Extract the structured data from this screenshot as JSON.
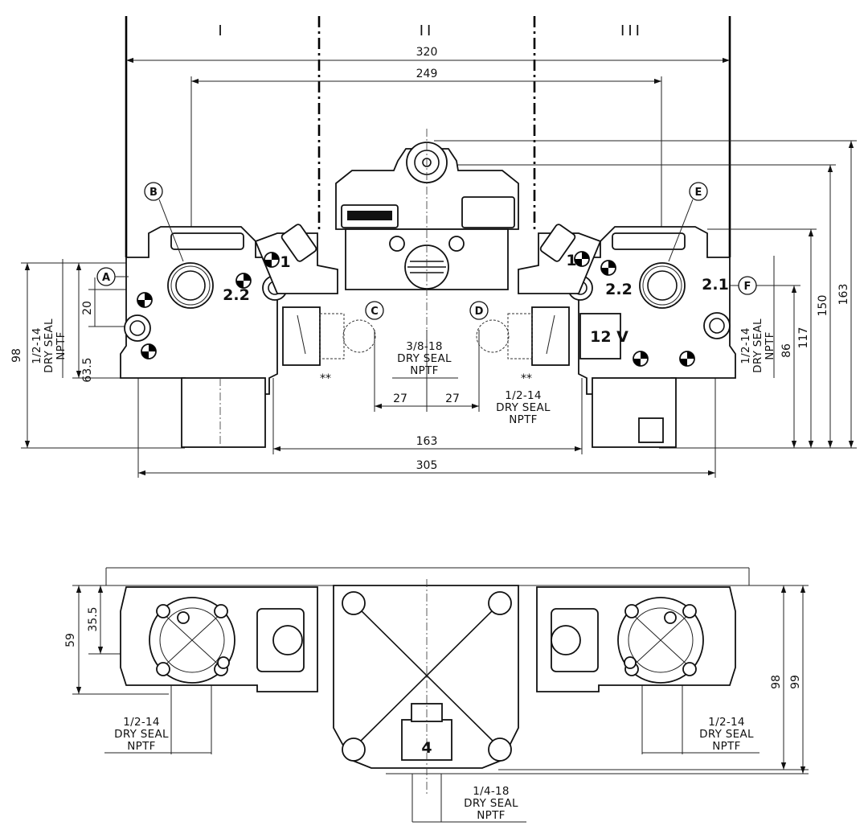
{
  "sections": [
    "I",
    "II",
    "III"
  ],
  "dimensions": {
    "top_view": {
      "d320": "320",
      "d249": "249",
      "d163_bottom": "163",
      "d305": "305",
      "d27_left": "27",
      "d27_right": "27",
      "d98": "98",
      "d20": "20",
      "d63_5": "63.5",
      "d86": "86",
      "d117": "117",
      "d150": "150",
      "d163_right": "163"
    },
    "bottom_view": {
      "d59": "59",
      "d35_5": "35.5",
      "d98": "98",
      "d99": "99"
    }
  },
  "ports": {
    "A": "A",
    "B": "B",
    "C": "C",
    "D": "D",
    "E": "E",
    "F": "F"
  },
  "port_numbers": {
    "p1_left": "1",
    "p1_right": "1",
    "p22_left": "2.2",
    "p22_right": "2.2",
    "p21": "2.1",
    "p4": "4"
  },
  "voltage_label": "12 V",
  "marks": {
    "left": "**",
    "right": "**"
  },
  "thread_notes": {
    "left_top": [
      "1/2-14",
      "DRY SEAL",
      "NPTF"
    ],
    "right_top": [
      "1/2-14",
      "DRY SEAL",
      "NPTF"
    ],
    "center_top": [
      "3/8-18",
      "DRY SEAL",
      "NPTF"
    ],
    "center_right": [
      "1/2-14",
      "DRY SEAL",
      "NPTF"
    ],
    "bottom_left": [
      "1/2-14",
      "DRY SEAL",
      "NPTF"
    ],
    "bottom_right": [
      "1/2-14",
      "DRY SEAL",
      "NPTF"
    ],
    "bottom_center": [
      "1/4-18",
      "DRY SEAL",
      "NPTF"
    ]
  }
}
